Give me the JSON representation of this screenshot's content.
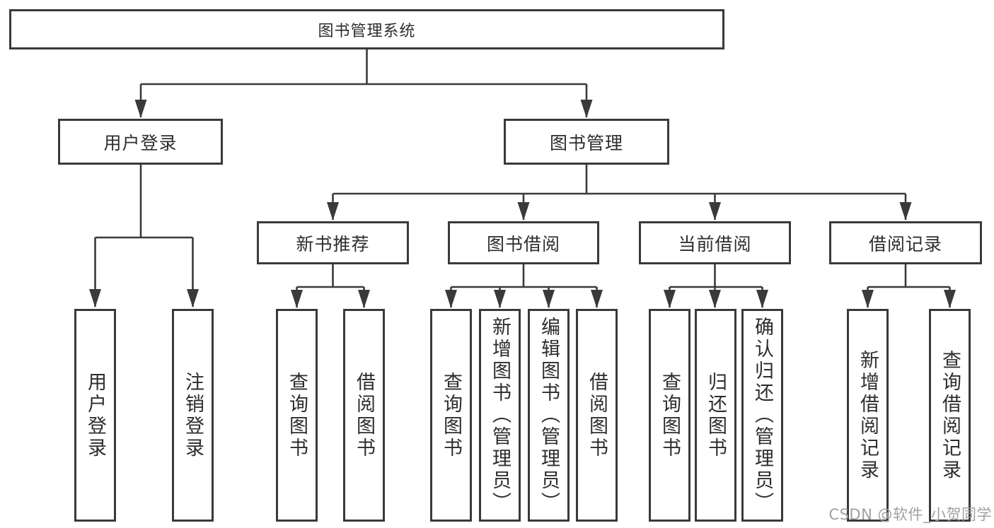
{
  "tree": {
    "root": {
      "label": "图书管理系统",
      "children": [
        {
          "label": "用户登录",
          "children": [
            {
              "label": "用户登录"
            },
            {
              "label": "注销登录"
            }
          ]
        },
        {
          "label": "图书管理",
          "children": [
            {
              "label": "新书推荐",
              "children": [
                {
                  "label": "查询图书"
                },
                {
                  "label": "借阅图书"
                }
              ]
            },
            {
              "label": "图书借阅",
              "children": [
                {
                  "label": "查询图书"
                },
                {
                  "label": "新增图书（管理员）"
                },
                {
                  "label": "编辑图书（管理员）"
                },
                {
                  "label": "借阅图书"
                }
              ]
            },
            {
              "label": "当前借阅",
              "children": [
                {
                  "label": "查询图书"
                },
                {
                  "label": "归还图书"
                },
                {
                  "label": "确认归还（管理员）"
                }
              ]
            },
            {
              "label": "借阅记录",
              "children": [
                {
                  "label": "新增借阅记录"
                },
                {
                  "label": "查询借阅记录"
                }
              ]
            }
          ]
        }
      ]
    }
  },
  "watermark": {
    "text": "CSDN @软件_小贺同学"
  },
  "colors": {
    "line": "#3a3a3a",
    "text": "#2d2d2d",
    "background": "#ffffff",
    "watermark": "#a0a0a0"
  }
}
